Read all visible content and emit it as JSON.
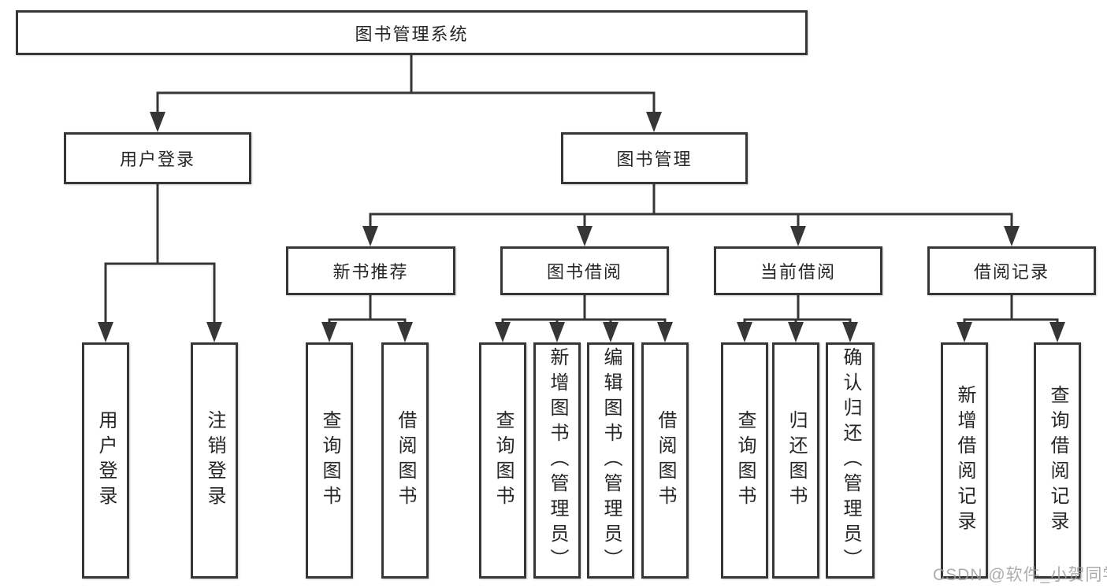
{
  "tree": {
    "label": "图书管理系统",
    "children": [
      {
        "label": "用户登录",
        "children": [
          {
            "label": "用户登录"
          },
          {
            "label": "注销登录"
          }
        ]
      },
      {
        "label": "图书管理",
        "children": [
          {
            "label": "新书推荐",
            "children": [
              {
                "label": "查询图书"
              },
              {
                "label": "借阅图书"
              }
            ]
          },
          {
            "label": "图书借阅",
            "children": [
              {
                "label": "查询图书"
              },
              {
                "label": "新增图书（管理员）"
              },
              {
                "label": "编辑图书（管理员）"
              },
              {
                "label": "借阅图书"
              }
            ]
          },
          {
            "label": "当前借阅",
            "children": [
              {
                "label": "查询图书"
              },
              {
                "label": "归还图书"
              },
              {
                "label": "确认归还（管理员）"
              }
            ]
          },
          {
            "label": "借阅记录",
            "children": [
              {
                "label": "新增借阅记录"
              },
              {
                "label": "查询借阅记录"
              }
            ]
          }
        ]
      }
    ]
  },
  "watermark": "CSDN @软件_小贺同学",
  "colors": {
    "line": "#363636",
    "box_border": "#363636",
    "text": "#262626",
    "background": "#ffffff",
    "watermark": "#9e9e9e"
  }
}
